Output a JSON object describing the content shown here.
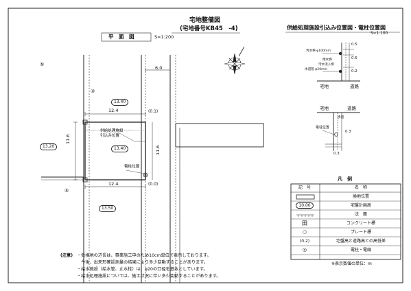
{
  "title": {
    "main": "宅地整備図",
    "sub": "(宅地番号KB45　-4)"
  },
  "plan": {
    "label": "平　面　図",
    "scale": "S=1:200",
    "lot_numbers": [
      "⑤",
      "③",
      "⑤"
    ],
    "dims": {
      "road_width": "6.0",
      "top_width": "12.4",
      "bottom_width": "12.4",
      "left_depth": "11.6",
      "right_depth": "11.6",
      "offset_top": "(0.1)",
      "offset_bottom": "(0.0)"
    },
    "heights": [
      "13.40",
      "13.40",
      "13.20",
      "13.50"
    ],
    "labels": {
      "treatment": "供給処理施設\n引込み位置",
      "pole": "電柱位置"
    }
  },
  "detail": {
    "title": "供給処理施設引込み位置図・電柱位置図",
    "scale": "S=1:100",
    "upper": {
      "dim_top": "0.5",
      "dim_mid": "0.5",
      "dim_bot": "0.2",
      "pipe_sewer": "汚水桝 φ100mm",
      "pipe_rain": "雨水桝",
      "pipe_drain": "汚水流入桝",
      "pipe_water": "水道管 φ20mm",
      "lot": "宅地",
      "road": "道路"
    },
    "lower": {
      "lot": "宅地",
      "road": "道路",
      "pole": "電柱位置",
      "sidewalk": "歩道",
      "dim_a": "0.3",
      "dim_b": "0.3"
    }
  },
  "legend": {
    "title": "凡　例",
    "col_symbol": "記　号",
    "col_name": "名　称",
    "rows": [
      {
        "symbol": "",
        "name": "換地位置"
      },
      {
        "symbol": "10.00",
        "name": "宅盤計画高"
      },
      {
        "symbol": "",
        "name": "法　面"
      },
      {
        "symbol": "田",
        "name": "コンクリート標"
      },
      {
        "symbol": "○",
        "name": "プレート標"
      },
      {
        "symbol": "(0.2)",
        "name": "宅盤高と道路高との高低差"
      },
      {
        "symbol": "◎",
        "name": "電柱・電線"
      }
    ],
    "unit_note": "※表示数値の単位：m"
  },
  "notes": {
    "head": "(注意)",
    "lines": [
      "・仮換地の辺長は、事業施工中のため10cm単位で表示しております。",
      "　今後、出来形確認測量の結果により多少変動することがあります。",
      "・給水施設（給水管、止水栓）は、φ20の口径を基本としています。",
      "・給水処理施設については、施工状況に伴い多少変動することがあります。"
    ]
  }
}
